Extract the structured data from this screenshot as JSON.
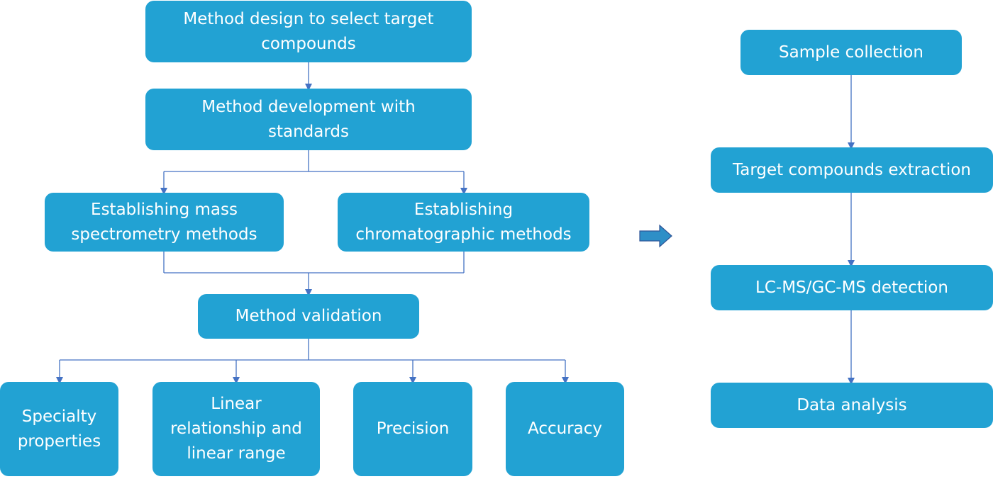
{
  "left_flow": {
    "step1": "Method design to select target\ncompounds",
    "step2": "Method development with\nstandards",
    "step3a": "Establishing mass\nspectrometry methods",
    "step3b": "Establishing\nchromatographic methods",
    "step4": "Method validation",
    "validation_items": [
      "Specialty\nproperties",
      "Linear\nrelationship and\nlinear range",
      "Precision",
      "Accuracy"
    ]
  },
  "right_flow": {
    "steps": [
      "Sample collection",
      "Target compounds extraction",
      "LC-MS/GC-MS detection",
      "Data analysis"
    ]
  },
  "colors": {
    "box_fill": "#22a2d3",
    "connector": "#4472c4",
    "transition_arrow": "#2e8fc7"
  },
  "icons": {
    "transition": "right-arrow-icon"
  }
}
